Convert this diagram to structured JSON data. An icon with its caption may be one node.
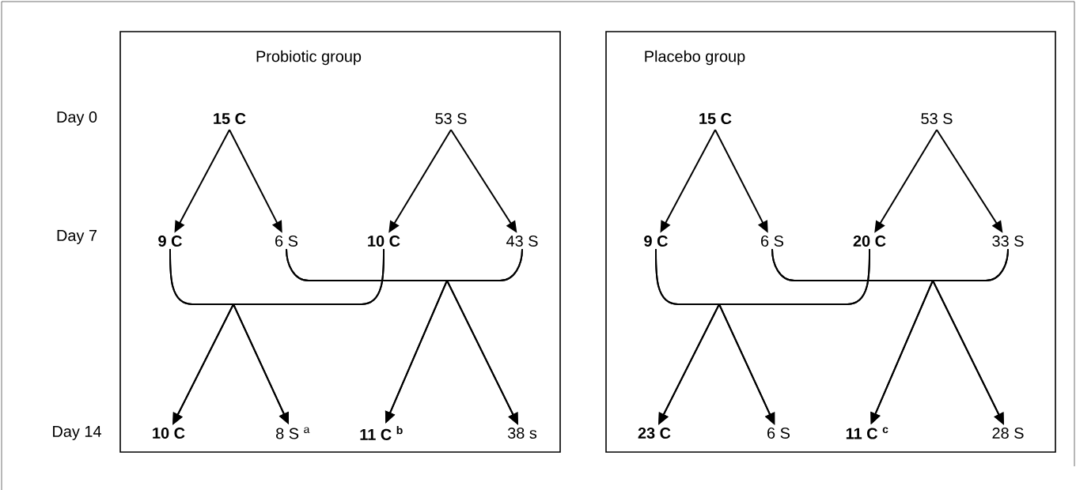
{
  "diagram": {
    "nodes": [
      {
        "text": [
          "Probiotic group"
        ]
      },
      {
        "text": [
          "15 C"
        ],
        "in": 0
      },
      {
        "text": [
          "53 S"
        ],
        "in": 0
      },
      {
        "text": [
          "9 C"
        ],
        "in": 0
      },
      {
        "text": [
          "6 S"
        ],
        "in": 0
      },
      {
        "text": [
          "10 C"
        ],
        "in": 0
      },
      {
        "text": [
          "43 S"
        ],
        "in": 0
      },
      {
        "text": [
          "10 C"
        ],
        "in": 0
      },
      {
        "text": [
          "8 S $^{a}$"
        ],
        "in": 0
      },
      {
        "text": [
          "11 C $^{b}$"
        ],
        "in": 0
      },
      {
        "text": [
          "38 s"
        ],
        "in": 0
      },
      {
        "text": [
          "Placebo group"
        ]
      },
      {
        "text": [
          "15 C"
        ],
        "in": 11
      },
      {
        "text": [
          "53 S"
        ],
        "in": 11
      },
      {
        "text": [
          "9 C"
        ],
        "in": 11
      },
      {
        "text": [
          "6 S"
        ],
        "in": 11
      },
      {
        "text": [
          "20 C"
        ],
        "in": 11
      },
      {
        "text": [
          "33 S"
        ],
        "in": 11
      },
      {
        "text": [
          "23 C"
        ],
        "in": 11
      },
      {
        "text": [
          "6 S"
        ],
        "in": 11
      },
      {
        "text": [
          "11 C $^{c}$"
        ],
        "in": 11
      },
      {
        "text": [
          "28 S"
        ],
        "in": 11
      }
    ],
    "edges": [
      {
        "from": 1,
        "to": 3,
        "arrow": "to"
      },
      {
        "from": 1,
        "to": 4,
        "arrow": "to"
      },
      {
        "from": 2,
        "to": 5,
        "arrow": "to"
      },
      {
        "from": 2,
        "to": 6,
        "arrow": "to"
      },
      {
        "from": 3,
        "to": 7,
        "arrow": "to"
      },
      {
        "from": 3,
        "to": 8,
        "arrow": "to"
      },
      {
        "from": 5,
        "to": 7,
        "arrow": "to"
      },
      {
        "from": 5,
        "to": 8,
        "arrow": "to"
      },
      {
        "from": 4,
        "to": 9,
        "arrow": "to"
      },
      {
        "from": 4,
        "to": 10,
        "arrow": "to"
      },
      {
        "from": 6,
        "to": 9,
        "arrow": "to"
      },
      {
        "from": 6,
        "to": 10,
        "arrow": "to"
      },
      {
        "from": 12,
        "to": 14,
        "arrow": "to"
      },
      {
        "from": 12,
        "to": 15,
        "arrow": "to"
      },
      {
        "from": 13,
        "to": 16,
        "arrow": "to"
      },
      {
        "from": 13,
        "to": 17,
        "arrow": "to"
      },
      {
        "from": 14,
        "to": 18,
        "arrow": "to"
      },
      {
        "from": 14,
        "to": 19,
        "arrow": "to"
      },
      {
        "from": 16,
        "to": 18,
        "arrow": "to"
      },
      {
        "from": 16,
        "to": 19,
        "arrow": "to"
      },
      {
        "from": 15,
        "to": 20,
        "arrow": "to"
      },
      {
        "from": 15,
        "to": 21,
        "arrow": "to"
      },
      {
        "from": 17,
        "to": 20,
        "arrow": "to"
      },
      {
        "from": 17,
        "to": 21,
        "arrow": "to"
      }
    ],
    "labels": [
      "Day 0",
      "Day 7",
      "Day 14"
    ]
  }
}
